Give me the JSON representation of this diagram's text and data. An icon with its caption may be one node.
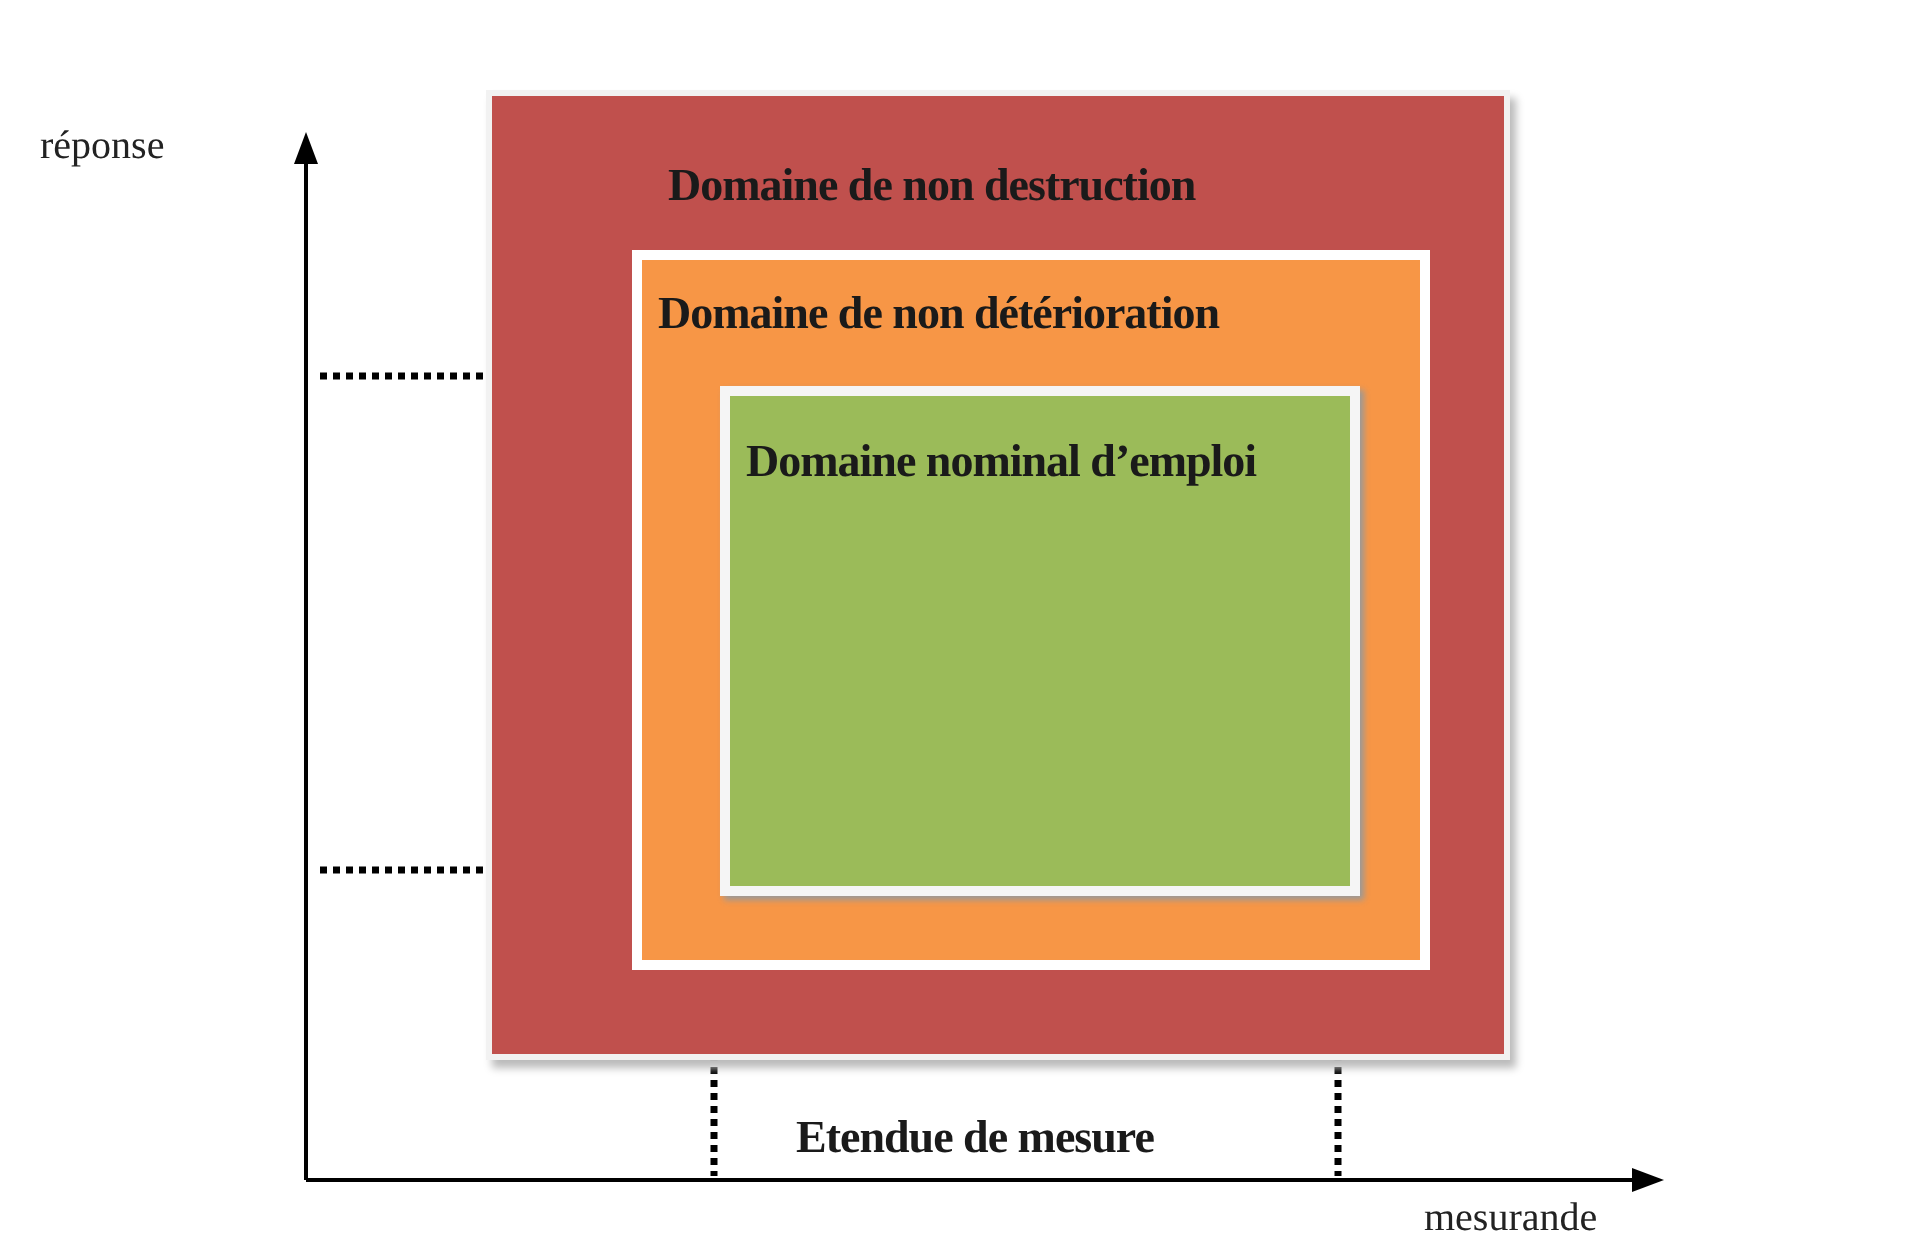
{
  "diagram": {
    "nodes": [
      {
        "text": [
          "Domaine de non destruction"
        ]
      },
      {
        "text": [
          "Domaine de non détérioration"
        ],
        "in": 0
      },
      {
        "text": [
          "Domaine nominal d’emploi"
        ],
        "in": 1
      }
    ],
    "labels": [
      "réponse",
      "Etendue de mesure",
      "mesurande"
    ]
  }
}
